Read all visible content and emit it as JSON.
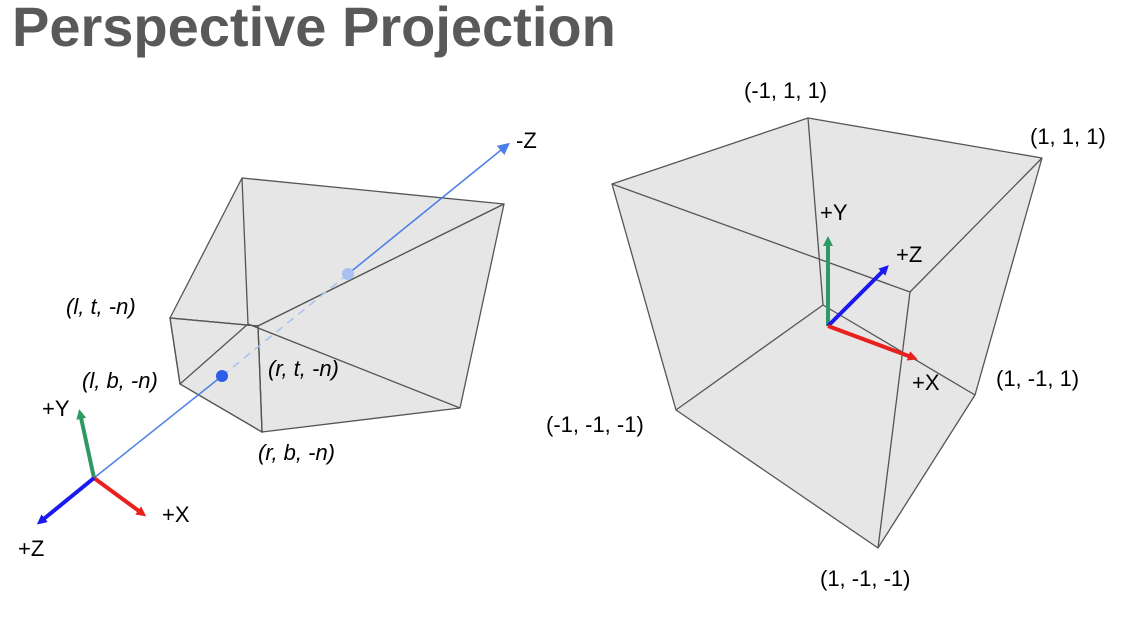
{
  "title": "Perspective Projection",
  "frustum": {
    "axis_neg_z": "-Z",
    "corner_ltn": "(l, t, -n)",
    "corner_lbn": "(l, b, -n)",
    "corner_rtn": "(r, t, -n)",
    "corner_rbn": "(r, b, -n)",
    "axis_x": "+X",
    "axis_y": "+Y",
    "axis_z": "+Z"
  },
  "ndc_cube": {
    "corner_top_left": "(-1, 1, 1)",
    "corner_top_right": "(1, 1, 1)",
    "corner_right": "(1, -1, 1)",
    "corner_left": "(-1, -1, -1)",
    "corner_bottom": "(1, -1, -1)",
    "axis_y": "+Y",
    "axis_z": "+Z",
    "axis_x": "+X"
  },
  "colors": {
    "x_axis": "#e8211f",
    "y_axis": "#2e9960",
    "z_axis": "#1a1af0",
    "view_axis": "#4a7ee8"
  }
}
